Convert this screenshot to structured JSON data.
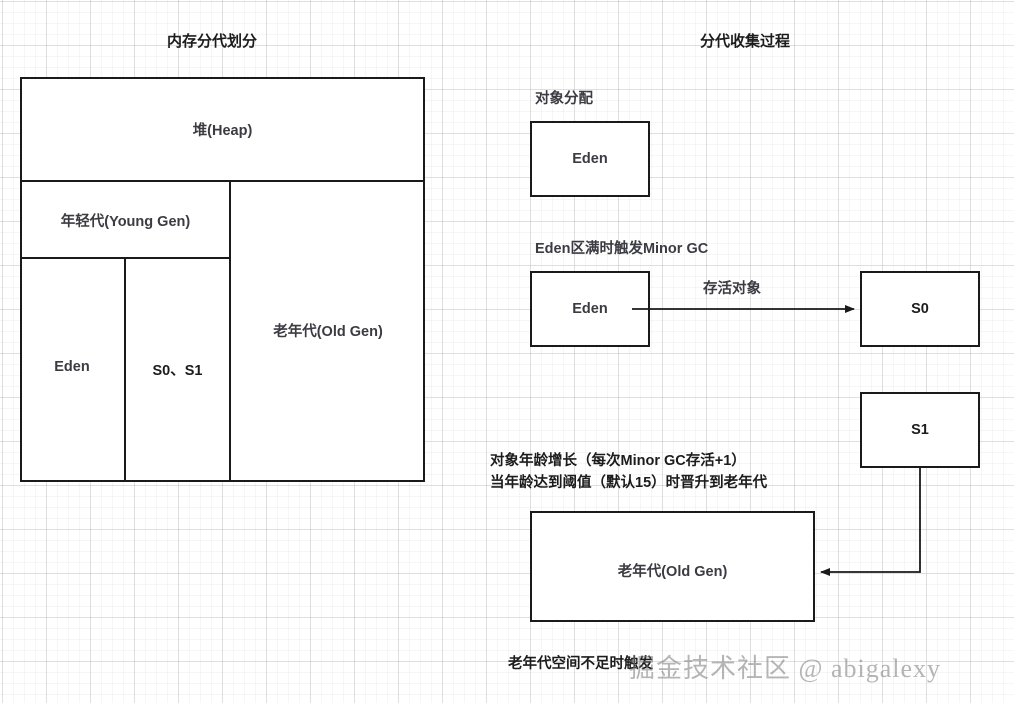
{
  "panels": {
    "left": {
      "title": "内存分代划分",
      "heap": {
        "label": "堆(Heap)",
        "young_gen": "年轻代(Young Gen)",
        "old_gen": "老年代(Old Gen)",
        "eden": "Eden",
        "survivors": "S0、S1"
      }
    },
    "right": {
      "title": "分代收集过程",
      "steps": [
        {
          "caption": "对象分配",
          "box": "Eden"
        },
        {
          "caption": "Eden区满时触发Minor GC",
          "box": "Eden",
          "arrow_label": "存活对象",
          "target_box": "S0"
        },
        {
          "box": "S1"
        },
        {
          "caption_line1": "对象年龄增长（每次Minor GC存活+1）",
          "caption_line2": "当年龄达到阈值（默认15）时晋升到老年代",
          "box": "老年代(Old Gen)"
        },
        {
          "caption": "老年代空间不足时触发"
        }
      ]
    }
  },
  "watermark": "掘金技术社区 @ abigalexy",
  "colors": {
    "stroke": "#1a1a1a",
    "text": "#3b3b42",
    "title": "#1c1c1c",
    "grid": "#aaaaaa",
    "background": "#ffffff"
  }
}
